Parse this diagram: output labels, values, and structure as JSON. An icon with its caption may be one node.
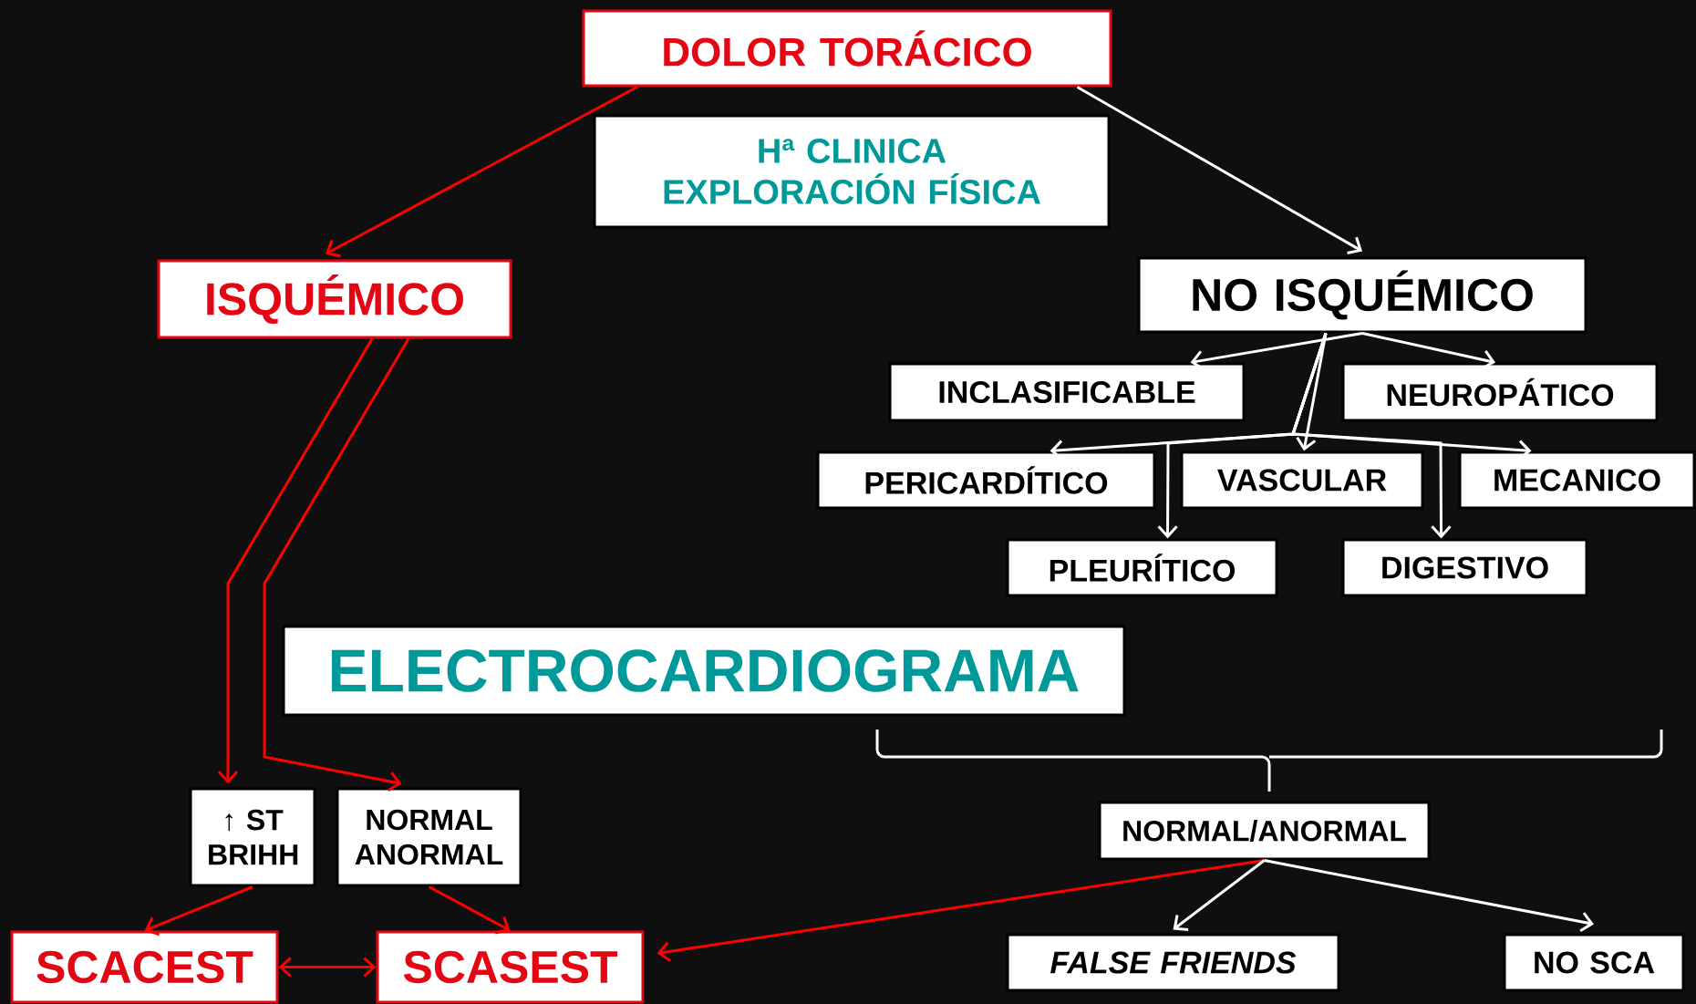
{
  "diagram": {
    "nodes": [
      {
        "text": [
          "DOLOR TORÁCICO"
        ]
      },
      {
        "text": [
          "Hª CLINICA EXPLORACIÓN FÍSICA"
        ]
      },
      {
        "text": [
          "ISQUÉMICO"
        ]
      },
      {
        "text": [
          "NO ISQUÉMICO"
        ]
      },
      {
        "text": [
          "INCLASIFICABLE"
        ]
      },
      {
        "text": [
          "NEUROPÁTICO"
        ]
      },
      {
        "text": [
          "PERICARDÍTICO"
        ]
      },
      {
        "text": [
          "VASCULAR"
        ]
      },
      {
        "text": [
          "MECANICO"
        ]
      },
      {
        "text": [
          "PLEURÍTICO"
        ]
      },
      {
        "text": [
          "DIGESTIVO"
        ]
      },
      {
        "text": [
          "ELECTROCARDIOGRAMA"
        ]
      },
      {
        "text": [
          "↑ ST BRIHH"
        ]
      },
      {
        "text": [
          "NORMAL ANORMAL"
        ]
      },
      {
        "text": [
          "NORMAL/ANORMAL"
        ]
      },
      {
        "text": [
          "SCACEST"
        ]
      },
      {
        "text": [
          "SCASEST"
        ]
      },
      {
        "text": [
          "FALSE FRIENDS"
        ]
      },
      {
        "text": [
          "NO SCA"
        ]
      }
    ],
    "edges": [
      {
        "from": 0,
        "to": 2,
        "arrow": "to",
        "color": "#ff0000"
      },
      {
        "from": 0,
        "to": 3,
        "arrow": "to"
      },
      {
        "from": 3,
        "to": 4,
        "arrow": "to"
      },
      {
        "from": 3,
        "to": 5,
        "arrow": "to"
      },
      {
        "from": 3,
        "to": 6,
        "arrow": "to"
      },
      {
        "from": 3,
        "to": 7,
        "arrow": "to"
      },
      {
        "from": 3,
        "to": 8,
        "arrow": "to"
      },
      {
        "from": 3,
        "to": 9,
        "arrow": "to"
      },
      {
        "from": 3,
        "to": 10,
        "arrow": "to"
      },
      {
        "from": 2,
        "to": 12,
        "arrow": "to",
        "color": "#ff0000"
      },
      {
        "from": 2,
        "to": 13,
        "arrow": "to",
        "color": "#ff0000"
      },
      {
        "from": 12,
        "to": 15,
        "arrow": "to",
        "color": "#ff0000"
      },
      {
        "from": 13,
        "to": 16,
        "arrow": "to",
        "color": "#ff0000"
      },
      {
        "from": 15,
        "to": 16,
        "arrow": "both",
        "color": "#ff0000"
      },
      {
        "from": 14,
        "to": 16,
        "arrow": "to",
        "color": "#ff0000"
      },
      {
        "from": 14,
        "to": 17,
        "arrow": "to"
      },
      {
        "from": 14,
        "to": 18,
        "arrow": "to"
      }
    ]
  }
}
